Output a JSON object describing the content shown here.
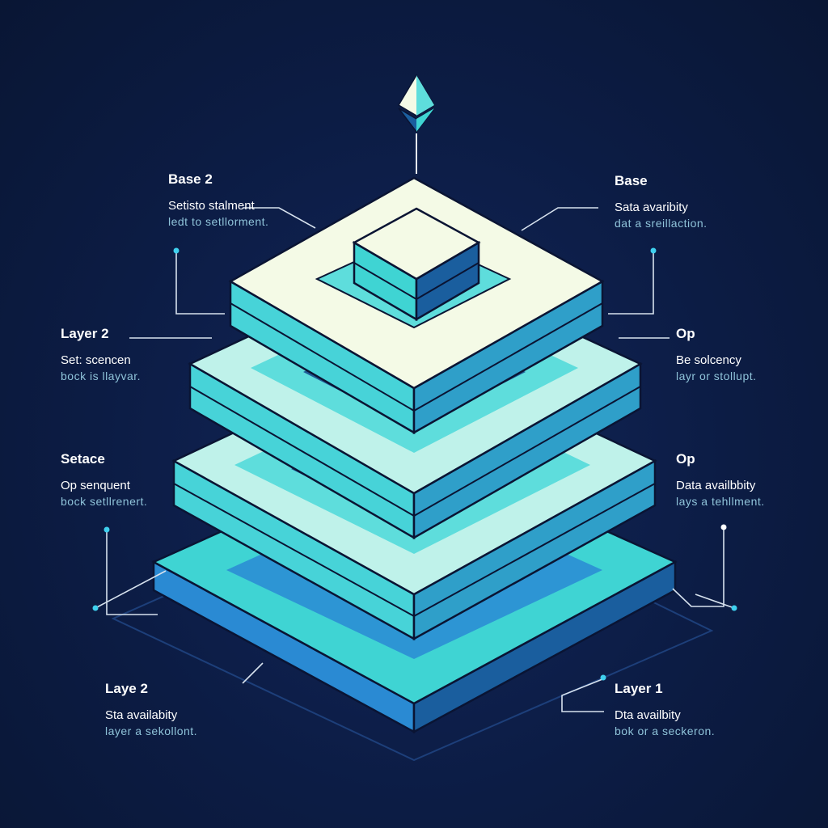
{
  "palette": {
    "background": "#0c1c44",
    "line": "#0a1433",
    "top_cream": "#f4fae6",
    "top_light": "#bff2ea",
    "teal": "#3fd4d3",
    "blue": "#2a8ad3",
    "deep_blue": "#1a5e9e",
    "dot": "#3fd0ee",
    "label_title": "#ffffff",
    "label_sub": "#8fc3d9"
  },
  "top_icon": "ethereum-diamond-icon",
  "labels": [
    {
      "id": "base-2",
      "title": "Base 2",
      "line1": "Setisto stalment",
      "line2": "ledt to setllorment."
    },
    {
      "id": "base",
      "title": "Base",
      "line1": "Sata avaribity",
      "line2": "dat a sreillaction."
    },
    {
      "id": "layer-2-upper",
      "title": "Layer 2",
      "line1": "Set: scencen",
      "line2": "bock is llayvar."
    },
    {
      "id": "op-upper",
      "title": "Op",
      "line1": "Be solcency",
      "line2": "layr or stollupt."
    },
    {
      "id": "setace",
      "title": "Setace",
      "line1": "Op senquent",
      "line2": "bock setllrenert."
    },
    {
      "id": "op-lower",
      "title": "Op",
      "line1": "Data availbbity",
      "line2": "lays a tehllment."
    },
    {
      "id": "laye-2",
      "title": "Laye 2",
      "line1": "Sta availabity",
      "line2": "layer a sekollont."
    },
    {
      "id": "layer-1",
      "title": "Layer 1",
      "line1": "Dta availbity",
      "line2": "bok or a seckeron."
    }
  ]
}
